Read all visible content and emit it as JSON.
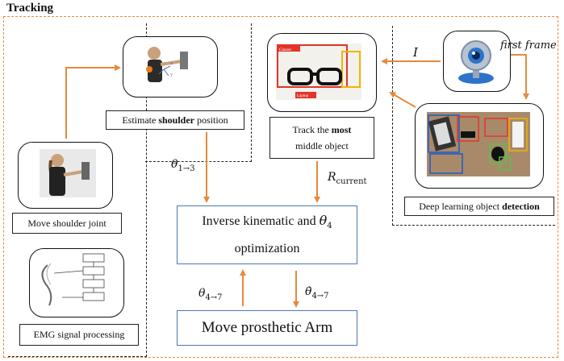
{
  "title": "Tracking",
  "boxes": {
    "shoulder_estimate": {
      "pre": "Estimate ",
      "bold": "shoulder",
      "post": " position"
    },
    "move_shoulder": "Move shoulder joint",
    "emg": "EMG signal processing",
    "track": {
      "pre": "Track the ",
      "bold": "most",
      "line2": "middle object"
    },
    "detection": {
      "pre": "Deep learning object ",
      "bold": "detection"
    },
    "ik": {
      "line1_text": "Inverse kinematic and ",
      "line1_math": "θ",
      "line1_sub": "4",
      "line2": "optimization"
    },
    "move_arm": "Move prosthetic Arm"
  },
  "arrow_labels": {
    "theta13": {
      "sym": "θ",
      "sub": "1→3"
    },
    "rcurrent": {
      "sym": "R",
      "sub": "current"
    },
    "I": "I",
    "first_frame": "first frame",
    "theta47": {
      "sym": "θ",
      "sub": "4→7"
    },
    "theta47dot": {
      "sym": "θ̇",
      "sub": "4→7"
    }
  },
  "detection_tags": [
    "Glasses",
    "Laptop"
  ],
  "colors": {
    "orange": "#e58a3a",
    "blue_border": "#4a78b8",
    "dash": "#222222"
  }
}
